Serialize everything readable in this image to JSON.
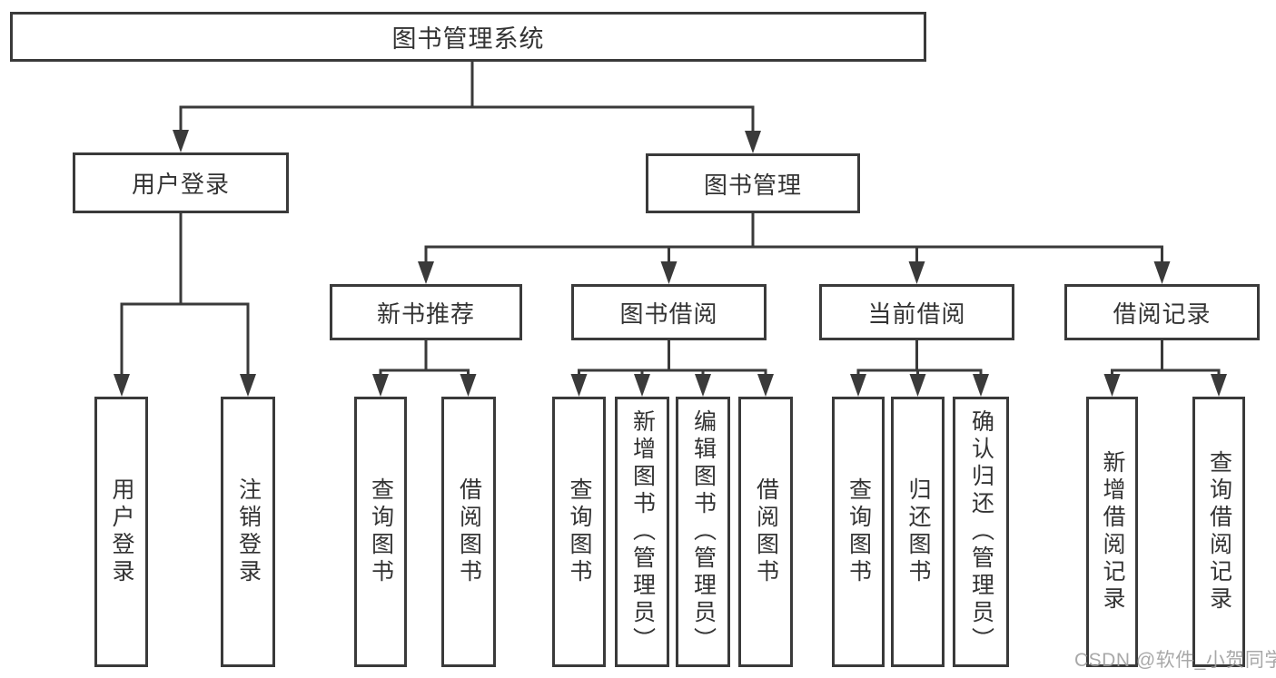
{
  "diagram": {
    "root": {
      "label": "图书管理系统",
      "children": [
        {
          "label": "用户登录",
          "children": [
            {
              "label": "用户登录"
            },
            {
              "label": "注销登录"
            }
          ]
        },
        {
          "label": "图书管理",
          "children": [
            {
              "label": "新书推荐",
              "children": [
                {
                  "label": "查询图书"
                },
                {
                  "label": "借阅图书"
                }
              ]
            },
            {
              "label": "图书借阅",
              "children": [
                {
                  "label": "查询图书"
                },
                {
                  "label": "新增图书（管理员）"
                },
                {
                  "label": "编辑图书（管理员）"
                },
                {
                  "label": "借阅图书"
                }
              ]
            },
            {
              "label": "当前借阅",
              "children": [
                {
                  "label": "查询图书"
                },
                {
                  "label": "归还图书"
                },
                {
                  "label": "确认归还（管理员）"
                }
              ]
            },
            {
              "label": "借阅记录",
              "children": [
                {
                  "label": "新增借阅记录"
                },
                {
                  "label": "查询借阅记录"
                }
              ]
            }
          ]
        }
      ]
    }
  },
  "watermark": {
    "text": "CSDN @软件_小贺同学"
  },
  "colors": {
    "line": "#3a3a3a",
    "box_border": "#3a3a3a",
    "text": "#333333",
    "watermark": "#9e9e9e",
    "background": "#ffffff"
  }
}
